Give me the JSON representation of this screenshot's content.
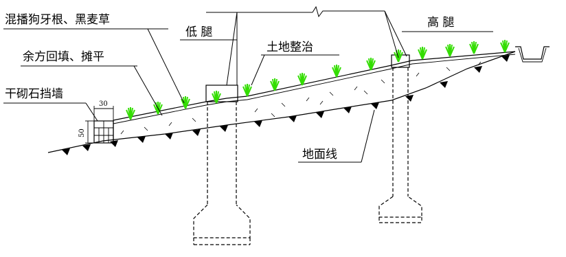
{
  "labels": {
    "grass_mix": "混播狗牙根、黑麦草",
    "backfill": "余方回填、摊平",
    "dry_stone_wall": "干砌石挡墙",
    "low_leg": "低 腿",
    "high_leg": "高 腿",
    "land_leveling": "土地整治",
    "ground_line": "地面线"
  },
  "dimensions": {
    "wall_width": "30",
    "wall_height": "50"
  },
  "colors": {
    "grass": "#33dd00",
    "line": "#000000"
  }
}
